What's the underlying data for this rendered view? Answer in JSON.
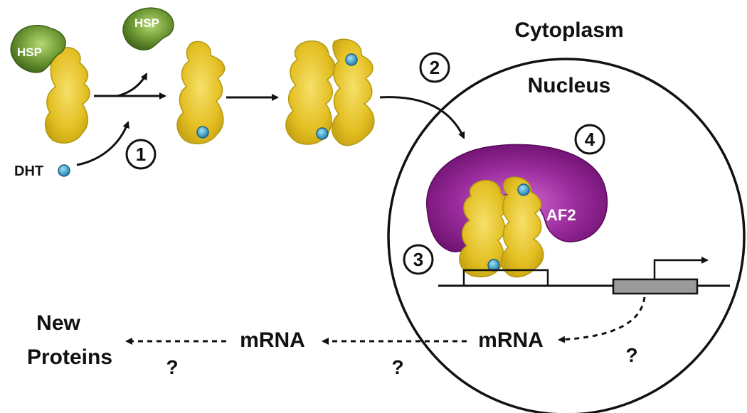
{
  "labels": {
    "hsp_1": "HSP",
    "hsp_2": "HSP",
    "dht": "DHT",
    "cytoplasm": "Cytoplasm",
    "nucleus": "Nucleus",
    "af2": "AF2",
    "mrna_nuclear": "mRNA",
    "mrna_cytoplasm": "mRNA",
    "new_proteins_line1": "New",
    "new_proteins_line2": "Proteins",
    "question_1": "?",
    "question_2": "?",
    "question_3": "?"
  },
  "steps": [
    "1",
    "2",
    "3",
    "4"
  ],
  "colors": {
    "receptor_fill": "#e8c62a",
    "receptor_stroke": "#b39a12",
    "hsp_fill": "#5f8a2e",
    "hsp_light": "#9cc45a",
    "ligand_fill": "#3fa0c8",
    "af2_fill": "#8a1e8c",
    "gene_box": "#9a9a9a",
    "line": "#111111"
  }
}
